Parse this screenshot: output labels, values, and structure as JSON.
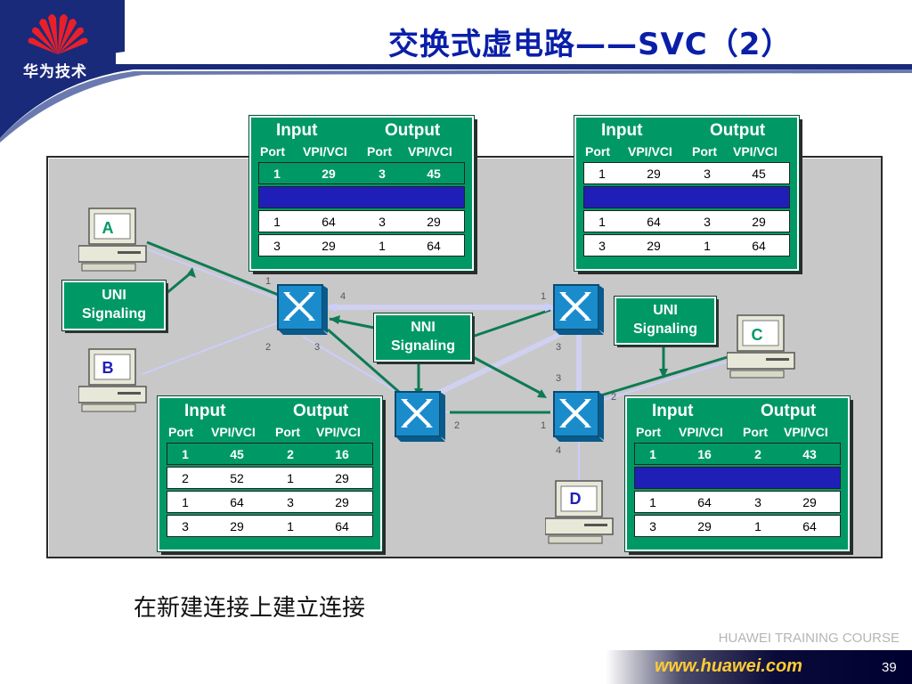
{
  "header": {
    "title": "交换式虚电路——SVC（2）",
    "logo_text": "华为技术"
  },
  "tables": {
    "top_left": {
      "input_label": "Input",
      "output_label": "Output",
      "columns": [
        "Port",
        "VPI/VCI",
        "Port",
        "VPI/VCI"
      ],
      "rows": [
        [
          "1",
          "29",
          "3",
          "45"
        ],
        [
          "",
          "",
          "",
          ""
        ],
        [
          "1",
          "64",
          "3",
          "29"
        ],
        [
          "3",
          "29",
          "1",
          "64"
        ]
      ]
    },
    "top_right": {
      "input_label": "Input",
      "output_label": "Output",
      "columns": [
        "Port",
        "VPI/VCI",
        "Port",
        "VPI/VCI"
      ],
      "rows": [
        [
          "1",
          "29",
          "3",
          "45"
        ],
        [
          "",
          "",
          "",
          ""
        ],
        [
          "1",
          "64",
          "3",
          "29"
        ],
        [
          "3",
          "29",
          "1",
          "64"
        ]
      ]
    },
    "bottom_left": {
      "input_label": "Input",
      "output_label": "Output",
      "columns": [
        "Port",
        "VPI/VCI",
        "Port",
        "VPI/VCI"
      ],
      "rows": [
        [
          "1",
          "45",
          "2",
          "16"
        ],
        [
          "2",
          "52",
          "1",
          "29"
        ],
        [
          "1",
          "64",
          "3",
          "29"
        ],
        [
          "3",
          "29",
          "1",
          "64"
        ]
      ]
    },
    "bottom_right": {
      "input_label": "Input",
      "output_label": "Output",
      "columns": [
        "Port",
        "VPI/VCI",
        "Port",
        "VPI/VCI"
      ],
      "rows": [
        [
          "1",
          "16",
          "2",
          "43"
        ],
        [
          "",
          "",
          "",
          ""
        ],
        [
          "1",
          "64",
          "3",
          "29"
        ],
        [
          "3",
          "29",
          "1",
          "64"
        ]
      ]
    }
  },
  "signaling": {
    "uni_left": [
      "UNI",
      "Signaling"
    ],
    "nni": [
      "NNI",
      "Signaling"
    ],
    "uni_right": [
      "UNI",
      "Signaling"
    ]
  },
  "hosts": {
    "a": "A",
    "b": "B",
    "c": "C",
    "d": "D"
  },
  "ports": {
    "sw1_p1": "1",
    "sw1_p2": "2",
    "sw1_p3": "3",
    "sw1_p4": "4",
    "sw2_p1": "1",
    "sw2_p3a": "3",
    "sw2_p3b": "3",
    "sw3_p2": "2",
    "sw4_p1": "1",
    "sw4_p2": "2",
    "sw4_p4": "4"
  },
  "caption": "在新建连接上建立连接",
  "footer": {
    "course": "HUAWEI TRAINING COURSE",
    "url": "www.huawei.com",
    "page": "39"
  },
  "colors": {
    "title_blue": "#0a1fa8",
    "table_green": "#009966",
    "highlight_blue": "#1f1fb8",
    "switch_blue": "#1a8ccc",
    "host_label_green": "#009966",
    "host_label_blue": "#1f1fb8"
  }
}
